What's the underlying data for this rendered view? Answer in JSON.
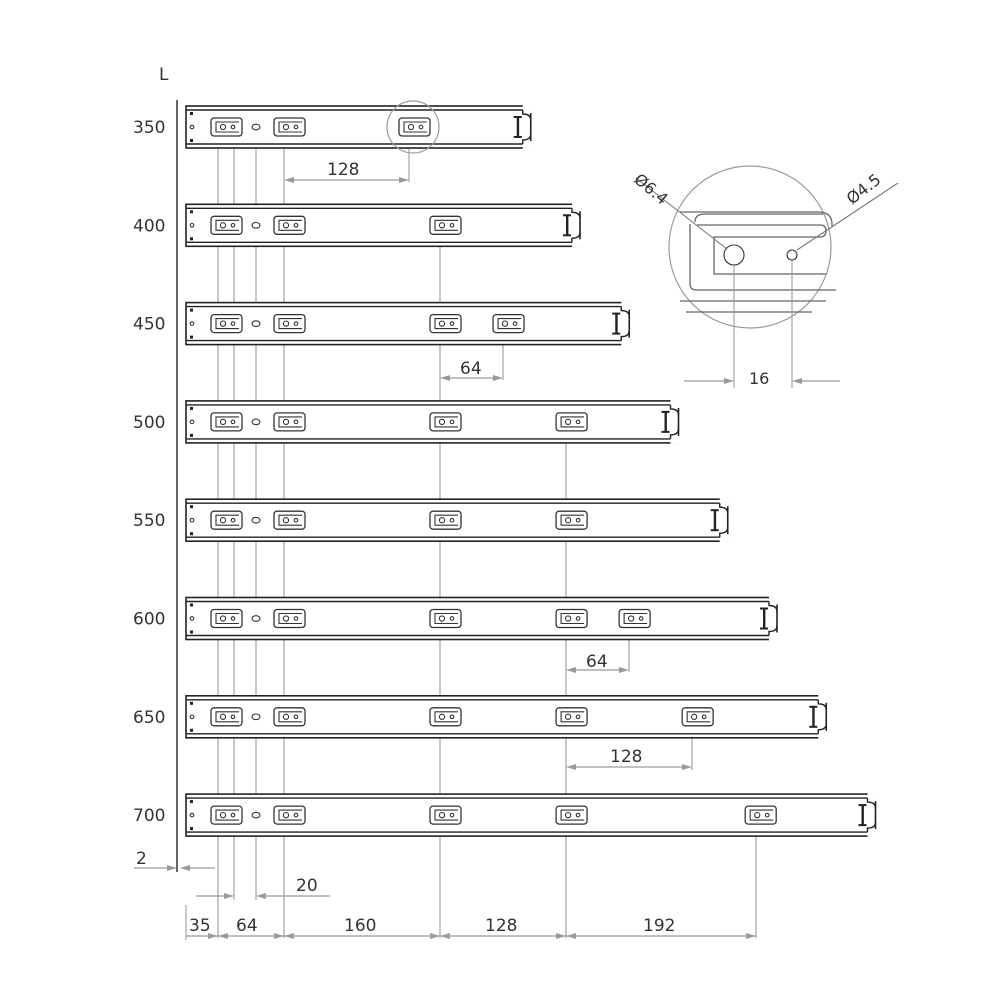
{
  "diagram": {
    "axis_label": "L",
    "rails": [
      {
        "length_label": "350",
        "extra_mounts": []
      },
      {
        "length_label": "400",
        "extra_mounts": []
      },
      {
        "length_label": "450",
        "extra_mounts": [
          64
        ]
      },
      {
        "length_label": "500",
        "extra_mounts": [
          128
        ]
      },
      {
        "length_label": "550",
        "extra_mounts": [
          128
        ]
      },
      {
        "length_label": "600",
        "extra_mounts": [
          128,
          192
        ]
      },
      {
        "length_label": "650",
        "extra_mounts": [
          128,
          256
        ]
      },
      {
        "length_label": "700",
        "extra_mounts": [
          128,
          320
        ]
      }
    ],
    "interval_labels": {
      "rail_350": "128",
      "rail_450": "64",
      "rail_600": "64",
      "rail_650": "128"
    },
    "offset_labels": {
      "wall": "2",
      "small_hole": "20"
    },
    "bottom_dimensions": [
      "35",
      "64",
      "160",
      "128",
      "192"
    ],
    "detail": {
      "large_hole": "Ø6.4",
      "small_hole": "Ø4.5",
      "spacing": "16"
    }
  }
}
